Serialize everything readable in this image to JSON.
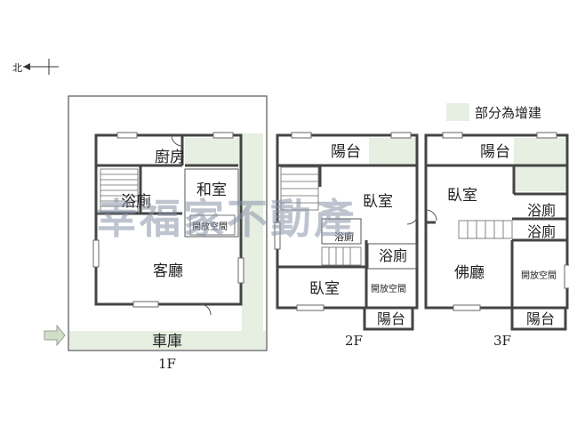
{
  "north": {
    "label": "北",
    "icon": "north-arrow-icon"
  },
  "legend": {
    "label": "部分為增建",
    "swatch_color": "#e6efe2"
  },
  "watermark": "幸福家不動產",
  "colors": {
    "wall": "#444444",
    "extension": "#e6efe2",
    "arrow": "#cfe0c7"
  },
  "floors": {
    "f1": {
      "label": "1F",
      "rooms": {
        "kitchen": "廚房",
        "bathroom": "浴廁",
        "tatami": "和室",
        "open_space": "開放空間",
        "living": "客廳",
        "garage": "車庫"
      }
    },
    "f2": {
      "label": "2F",
      "rooms": {
        "balcony_top": "陽台",
        "bedroom_top": "臥室",
        "bath_small": "浴廁",
        "bath": "浴廁",
        "bedroom_bottom": "臥室",
        "open_space": "開放空間",
        "balcony_bottom": "陽台"
      }
    },
    "f3": {
      "label": "3F",
      "rooms": {
        "balcony_top": "陽台",
        "bedroom": "臥室",
        "bath_1": "浴廁",
        "bath_2": "浴廁",
        "buddha_hall": "佛廳",
        "open_space": "開放空間",
        "balcony_bottom": "陽台"
      }
    }
  }
}
